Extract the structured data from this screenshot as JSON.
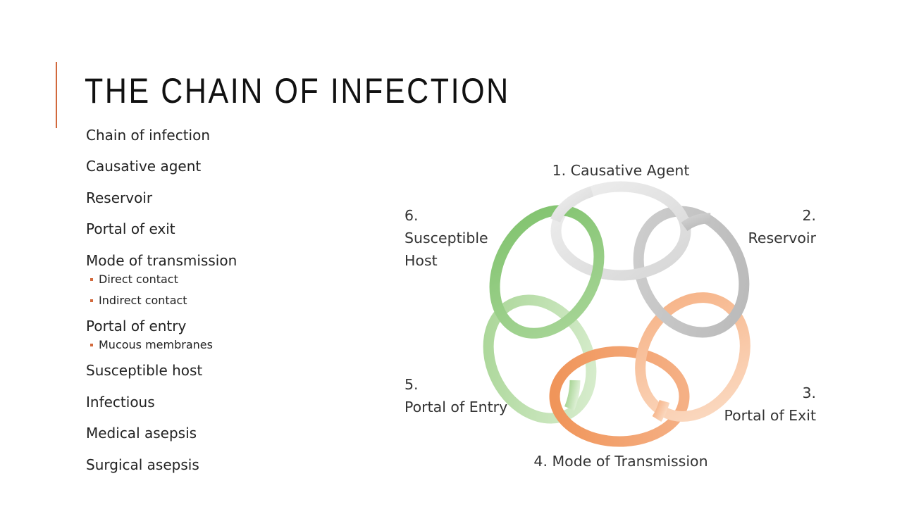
{
  "slide": {
    "title": "THE CHAIN OF INFECTION",
    "accent_color": "#d2693c"
  },
  "bullets": [
    {
      "text": "Chain of infection",
      "sub": []
    },
    {
      "text": "Causative agent",
      "sub": []
    },
    {
      "text": "Reservoir",
      "sub": []
    },
    {
      "text": "Portal of exit",
      "sub": []
    },
    {
      "text": "Mode of transmission",
      "sub": [
        "Direct contact",
        "Indirect contact"
      ]
    },
    {
      "text": "Portal of entry",
      "sub": [
        "Mucous membranes"
      ]
    },
    {
      "text": "Susceptible host",
      "sub": []
    },
    {
      "text": "Infectious",
      "sub": []
    },
    {
      "text": "Medical asepsis",
      "sub": []
    },
    {
      "text": "Surgical asepsis",
      "sub": []
    }
  ],
  "diagram": {
    "links": [
      {
        "number": "1.",
        "name": "Causative Agent",
        "label": "1. Causative Agent",
        "color": "#dcdcdc"
      },
      {
        "number": "2.",
        "name": "Reservoir",
        "color": "#c4c4c4"
      },
      {
        "number": "3.",
        "name": "Portal of Exit",
        "color": "#f7c4a0"
      },
      {
        "number": "4.",
        "name": "Mode of Transmission",
        "label": "4. Mode of Transmission",
        "color": "#f2a26c"
      },
      {
        "number": "5.",
        "name": "Portal of Entry",
        "color": "#b8dca8"
      },
      {
        "number": "6.",
        "name": "Susceptible",
        "name2": "Host",
        "color": "#8ecb7c"
      }
    ]
  }
}
